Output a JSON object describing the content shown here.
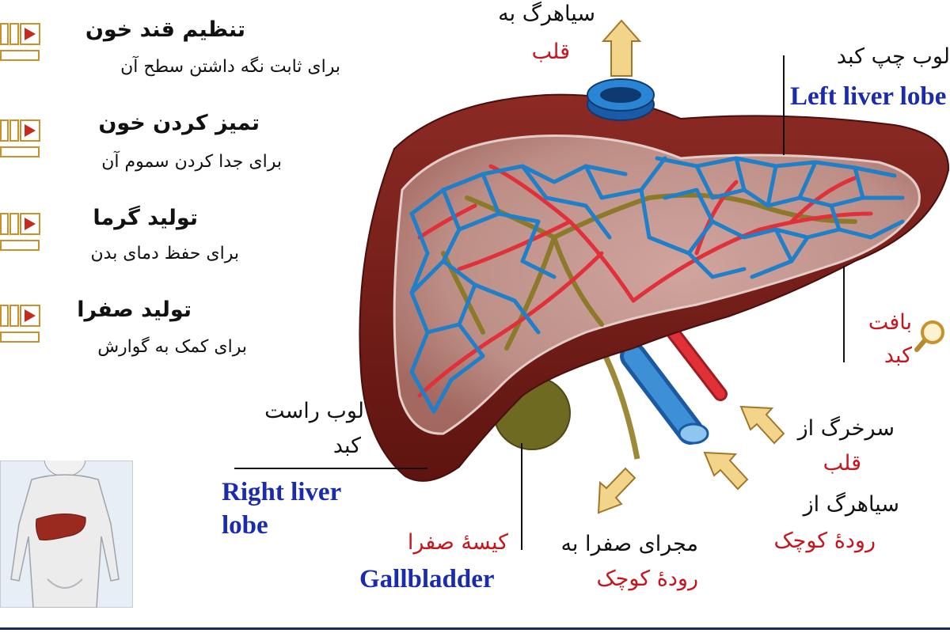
{
  "functions": [
    {
      "title": "تنظیم قند خون",
      "subtitle": "برای ثابت نگه داشتن سطح آن",
      "button_icon": "play-icon"
    },
    {
      "title": "تمیز کردن خون",
      "subtitle": "برای جدا کردن سموم آن",
      "button_icon": "play-icon"
    },
    {
      "title": "تولید گرما",
      "subtitle": "برای حفظ دمای بدن",
      "button_icon": "play-icon"
    },
    {
      "title": "تولید صفرا",
      "subtitle": "برای کمک به گوارش",
      "button_icon": "play-icon"
    }
  ],
  "labels": {
    "vein_to_heart_line1": "سیاهرگ به",
    "vein_to_heart_line2": "قلب",
    "left_lobe_fa": "لوب چپ کبد",
    "left_lobe_en": "Left liver lobe",
    "liver_tissue_line1": "بافت",
    "liver_tissue_line2": "کبد",
    "artery_from_heart_line1": "سرخرگ از",
    "artery_from_heart_line2": "قلب",
    "vein_from_intestine_line1": "سیاهرگ از",
    "vein_from_intestine_line2": "رودهٔ کوچک",
    "bile_duct_line1": "مجرای صفرا به",
    "bile_duct_line2": "رودهٔ کوچک",
    "gallbladder_fa": "کیسهٔ صفرا",
    "gallbladder_en": "Gallbladder",
    "right_lobe_fa_line1": "لوب راست",
    "right_lobe_fa_line2": "کبد",
    "right_lobe_en_line1": "Right liver",
    "right_lobe_en_line2": "lobe"
  },
  "icons": {
    "magnifier": "magnifier-icon",
    "arrows": "arrow-icon"
  },
  "colors": {
    "liver_outer": "#7a1e1a",
    "liver_inner": "#c79a93",
    "vein_blue": "#1f7fc8",
    "artery_red": "#e0313a",
    "bile_olive": "#8a7a2a",
    "label_red": "#c4161c",
    "label_blue": "#1a2bb0",
    "arrow_fill": "#f2d58a",
    "button_red": "#c62b1f",
    "button_gold": "#e6b050"
  }
}
